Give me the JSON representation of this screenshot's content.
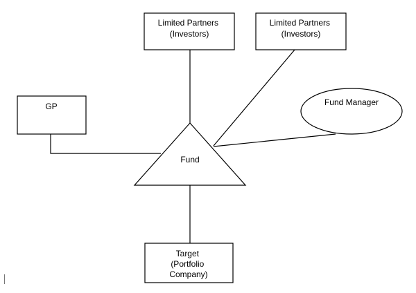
{
  "diagram": {
    "nodes": {
      "lp1": {
        "lines": [
          "Limited Partners",
          "(Investors)"
        ]
      },
      "lp2": {
        "lines": [
          "Limited Partners",
          "(Investors)"
        ]
      },
      "gp": {
        "lines": [
          "GP"
        ]
      },
      "fund_manager": {
        "lines": [
          "Fund Manager"
        ]
      },
      "fund": {
        "lines": [
          "Fund"
        ]
      },
      "target": {
        "lines": [
          "Target",
          "(Portfolio",
          "Company)"
        ]
      }
    },
    "edges": [
      {
        "from": "lp1",
        "to": "fund"
      },
      {
        "from": "lp2",
        "to": "fund"
      },
      {
        "from": "gp",
        "to": "fund"
      },
      {
        "from": "fund_manager",
        "to": "fund"
      },
      {
        "from": "fund",
        "to": "target"
      }
    ]
  }
}
